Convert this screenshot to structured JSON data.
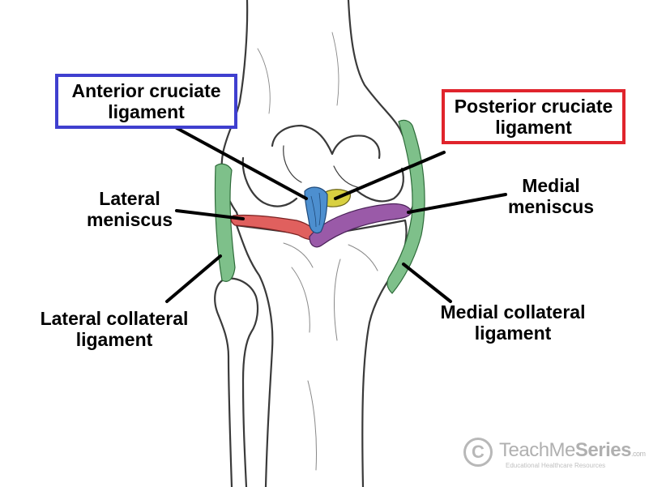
{
  "labels": {
    "acl": {
      "line1": "Anterior cruciate",
      "line2": "ligament",
      "box_color": "#3f3fcf"
    },
    "pcl": {
      "line1": "Posterior cruciate",
      "line2": "ligament",
      "box_color": "#e0242c"
    },
    "lateral_meniscus": {
      "line1": "Lateral",
      "line2": "meniscus"
    },
    "medial_meniscus": {
      "line1": "Medial",
      "line2": "meniscus"
    },
    "lcl": {
      "line1": "Lateral collateral",
      "line2": "ligament"
    },
    "mcl": {
      "line1": "Medial collateral",
      "line2": "ligament"
    }
  },
  "colors": {
    "acl": "#4d8fcf",
    "pcl": "#d8d040",
    "lateral_meniscus": "#e0605e",
    "medial_meniscus": "#9a5aa8",
    "collateral": "#7ec08a",
    "bone_outline": "#3a3a3a"
  },
  "watermark": {
    "brand_regular": "TeachMe",
    "brand_bold": "Series",
    "domain": ".com",
    "tagline": "Educational Healthcare Resources"
  }
}
